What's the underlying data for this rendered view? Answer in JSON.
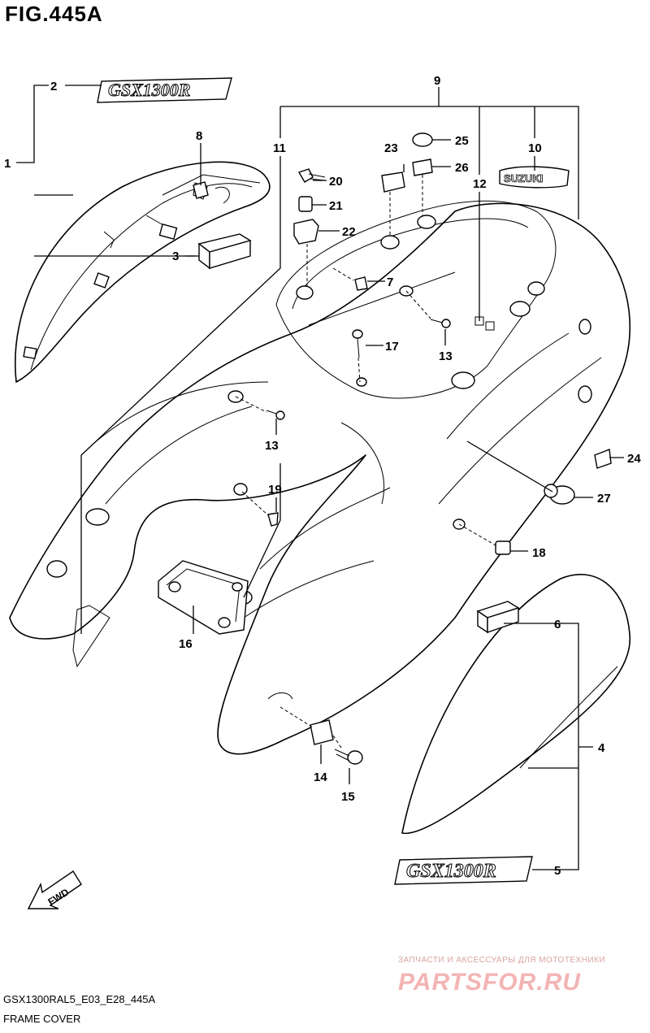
{
  "figure": {
    "title": "FIG.445A",
    "code": "GSX1300RAL5_E03_E28_445A",
    "name": "FRAME COVER"
  },
  "fwd_label": "FWD",
  "emblem_text": "SUZUKI",
  "watermark": {
    "tagline": "ЗАПЧАСТИ И АКСЕССУАРЫ ДЛЯ МОТОТЕХНИКИ",
    "brand": "PARTSFOR.RU"
  },
  "callouts": {
    "c1": "1",
    "c2": "2",
    "c3": "3",
    "c4": "4",
    "c5": "5",
    "c6": "6",
    "c7": "7",
    "c8": "8",
    "c9": "9",
    "c10": "10",
    "c11": "11",
    "c12": "12",
    "c13a": "13",
    "c13b": "13",
    "c14": "14",
    "c15": "15",
    "c16": "16",
    "c17": "17",
    "c18": "18",
    "c19": "19",
    "c20": "20",
    "c21": "21",
    "c22": "22",
    "c23": "23",
    "c24": "24",
    "c25": "25",
    "c26": "26",
    "c27": "27"
  },
  "colors": {
    "line": "#000000",
    "watermark": "#f3b4b4"
  }
}
